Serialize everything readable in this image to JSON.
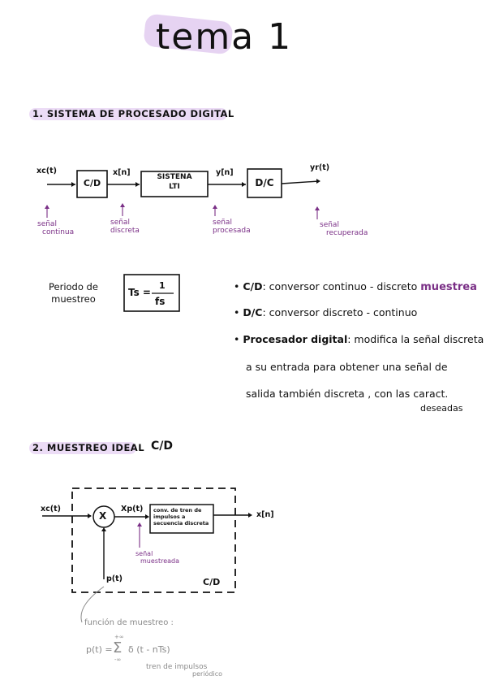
{
  "title": "tema 1",
  "section1": {
    "heading": "1. SISTEMA DE PROCESADO DIGITAL",
    "signals": {
      "xc_t": "xc(t)",
      "x_n": "x[n]",
      "y_n": "y[n]",
      "yr_t": "yr(t)"
    },
    "blocks": {
      "cd": "C/D",
      "lti_line1": "SISTENA",
      "lti_line2": "LTI",
      "dc": "D/C"
    },
    "notes": {
      "continua_1": "señal",
      "continua_2": "continua",
      "discreta_1": "señal",
      "discreta_2": "discreta",
      "procesada_1": "señal",
      "procesada_2": "procesada",
      "recuperada_1": "señal",
      "recuperada_2": "recuperada"
    },
    "periodo_label_1": "Periodo de",
    "periodo_label_2": "muestreo",
    "formula_lhs": "Ts =",
    "formula_num": "1",
    "formula_den": "fs",
    "bullets": {
      "cd_term": "C/D",
      "cd_text": ": conversor continuo - discreto",
      "cd_extra": "muestrea",
      "dc_term": "D/C",
      "dc_text": ": conversor discreto - continuo",
      "proc_term": "Procesador digital",
      "proc_text1": ": modifica la señal discreta",
      "proc_text2": "a su entrada para obtener una señal de",
      "proc_text3": "salida también discreta , con las caract.",
      "proc_text4": "deseadas"
    }
  },
  "section2": {
    "heading": "2. MUESTREO IDEAL",
    "heading_suffix": "C/D",
    "xc_t": "xc(t)",
    "multiplier": "X",
    "xp_t": "Xp(t)",
    "box_line1": "conv. de tren de",
    "box_line2": "impulsos a",
    "box_line3": "secuencia discreta",
    "x_n": "x[n]",
    "muestreada_1": "señal",
    "muestreada_2": "muestreada",
    "p_t": "p(t)",
    "cd_label": "C/D",
    "funcion": "función de muestreo :",
    "sum_upper": "+∞",
    "sum_lower": "-∞",
    "p_formula_lhs": "p(t) =",
    "p_formula_rhs": "δ (t - nTs)",
    "tren_1": "tren de impulsos",
    "tren_2": "periódico"
  }
}
